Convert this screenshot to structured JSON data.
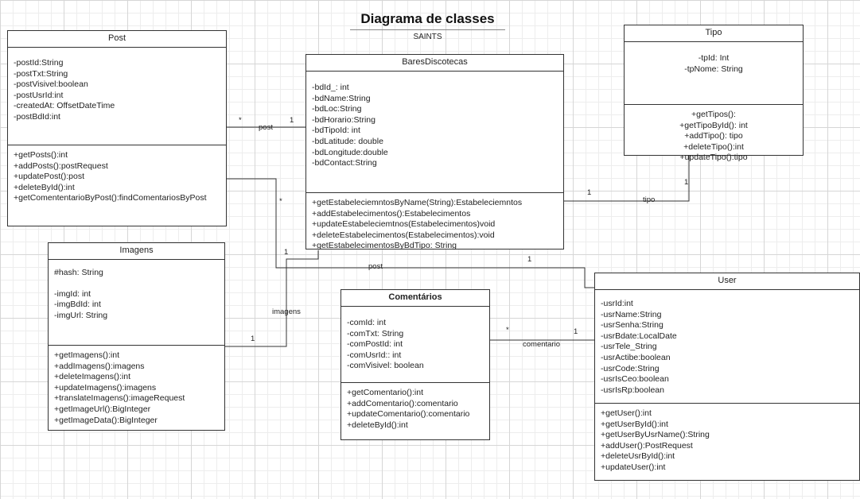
{
  "diagram": {
    "title": "Diagrama de classes",
    "subtitle": "SAINTS"
  },
  "classes": {
    "post": {
      "name": "Post",
      "attributes": [
        "-postId:String",
        "-postTxt:String",
        "-postVisivel:boolean",
        "-postUsrId:int",
        "-createdAt: OffsetDateTime",
        "-postBdId:int"
      ],
      "methods": [
        "+getPosts():int",
        "+addPosts():postRequest",
        "+updatePost():post",
        "+deleteById():int",
        "+getComententarioByPost():findComentariosByPost"
      ]
    },
    "bares": {
      "name": "BaresDiscotecas",
      "attributes": [
        "-bdId_: int",
        "-bdName:String",
        "-bdLoc:String",
        "-bdHorario:String",
        "-bdTipoId: int",
        "-bdLatitude: double",
        "-bdLongitude:double",
        "-bdContact:String"
      ],
      "methods": [
        "+getEstabeleciemntosByName(String):Estabeleciemntos",
        "+addEstabelecimentos():Estabelecimentos",
        "+updateEstabeleciemtnos(Estabelecimentos)void",
        "+deleteEstabelecimentos(Estabelecimentos):void",
        "+getEstabelecimentosByBdTipo: String"
      ]
    },
    "tipo": {
      "name": "Tipo",
      "attributes": [
        "-tpId: Int",
        "-tpNome: String"
      ],
      "methods": [
        "+getTipos():",
        "+getTipoById(): int",
        "+addTipo(): tipo",
        "+deleteTipo():int",
        "+updateTipo():tipo"
      ]
    },
    "imagens": {
      "name": "Imagens",
      "attributes_top": [
        "#hash: String"
      ],
      "attributes": [
        "-imgId: int",
        "-imgBdId: int",
        "-imgUrl: String"
      ],
      "methods": [
        "+getImagens():int",
        "+addImagens():imagens",
        "+deleteImagens():int",
        "+updateImagens():imagens",
        "+translateImagens():imageRequest",
        "+getImageUrl():BigInteger",
        "+getImageData():BigInteger"
      ]
    },
    "comentarios": {
      "name": "Comentários",
      "attributes": [
        "-comId: int",
        "-comTxt: String",
        "-comPostId: int",
        "-comUsrId:: int",
        "-comVisivel: boolean"
      ],
      "methods": [
        "+getComentario():int",
        "+addComentario():comentario",
        "+updateComentario():comentario",
        "+deleteById():int"
      ]
    },
    "user": {
      "name": "User",
      "attributes": [
        "-usrId:int",
        "-usrName:String",
        "-usrSenha:String",
        "-usrBdate:LocalDate",
        "-usrTele_String",
        "-usrActibe:boolean",
        "-usrCode:String",
        "-usrIsCeo:boolean",
        "-usrIsRp:boolean"
      ],
      "methods": [
        "+getUser():int",
        "+getUserById():int",
        "+getUserByUsrName():String",
        "+addUser():PostRequest",
        "+deleteUsrById():int",
        "+updateUser():int"
      ]
    }
  },
  "associations": {
    "post_bares": {
      "label": "post",
      "mult_a": "*",
      "mult_b": "1"
    },
    "bares_tipo": {
      "label": "tipo",
      "mult_a": "1",
      "mult_b": "1"
    },
    "post_user": {
      "label": "post",
      "mult_a": "*",
      "mult_b": "1"
    },
    "bares_imagens": {
      "label": "imagens",
      "mult_a": "1",
      "mult_b": "1"
    },
    "comentarios_user": {
      "label": "comentario",
      "mult_a": "*",
      "mult_b": "1"
    }
  }
}
